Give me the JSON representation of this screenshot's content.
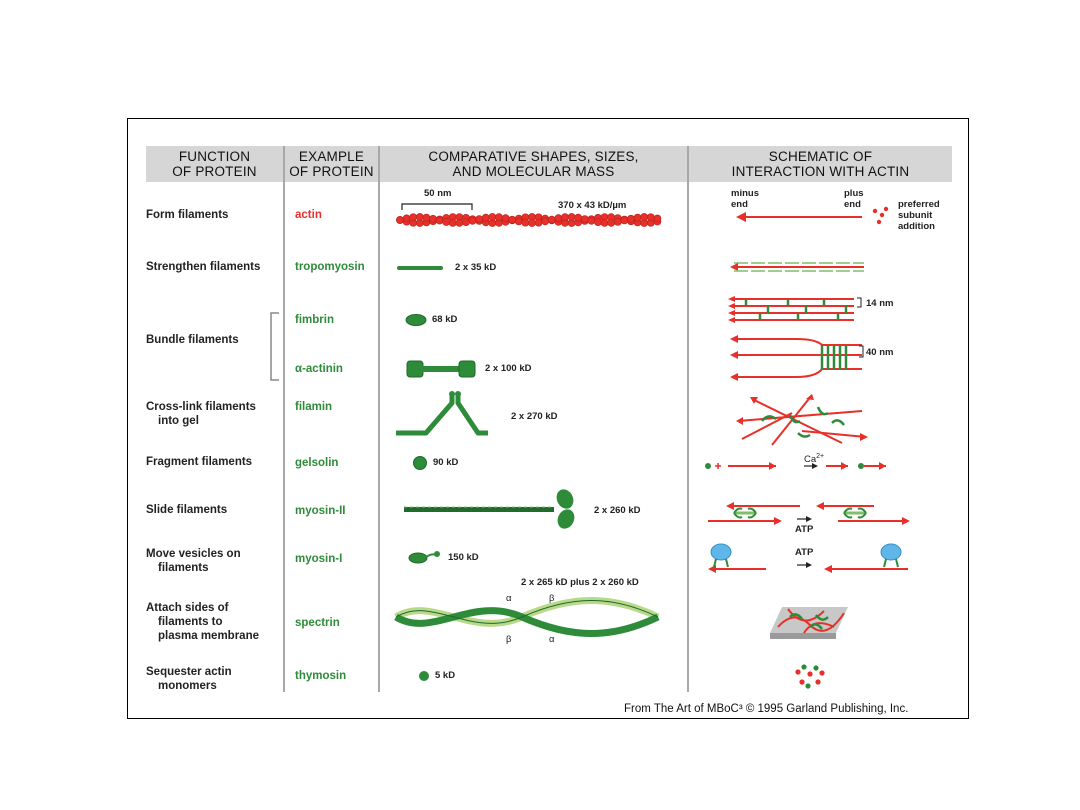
{
  "headers": {
    "function": [
      "FUNCTION",
      "OF PROTEIN"
    ],
    "example": [
      "EXAMPLE",
      "OF PROTEIN"
    ],
    "shapes": [
      "COMPARATIVE SHAPES, SIZES,",
      "AND MOLECULAR MASS"
    ],
    "schematic": [
      "SCHEMATIC OF",
      "INTERACTION WITH ACTIN"
    ]
  },
  "rows": [
    {
      "function": [
        "Form filaments"
      ],
      "protein": "actin",
      "mass": "370 x 43 kD/µm"
    },
    {
      "function": [
        "Strengthen filaments"
      ],
      "protein": "tropomyosin",
      "mass": "2 x 35 kD"
    },
    {
      "function": [
        "Bundle filaments"
      ],
      "protein": "fimbrin",
      "mass": "68 kD"
    },
    {
      "function": [],
      "protein": "α-actinin",
      "mass": "2 x 100 kD"
    },
    {
      "function": [
        "Cross-link filaments",
        "into gel"
      ],
      "protein": "filamin",
      "mass": "2 x 270 kD"
    },
    {
      "function": [
        "Fragment filaments"
      ],
      "protein": "gelsolin",
      "mass": "90 kD"
    },
    {
      "function": [
        "Slide filaments"
      ],
      "protein": "myosin-II",
      "mass": "2 x 260 kD"
    },
    {
      "function": [
        "Move vesicles on",
        "filaments"
      ],
      "protein": "myosin-I",
      "mass": "150 kD"
    },
    {
      "function": [
        "Attach sides of",
        "filaments to",
        "plasma membrane"
      ],
      "protein": "spectrin",
      "mass": "2 x 265 kD plus 2 x 260 kD"
    },
    {
      "function": [
        "Sequester actin",
        "monomers"
      ],
      "protein": "thymosin",
      "mass": "5 kD"
    }
  ],
  "annotations": {
    "scale_bar": "50 nm",
    "minus_end": [
      "minus",
      "end"
    ],
    "plus_end": [
      "plus",
      "end"
    ],
    "preferred": [
      "preferred",
      "subunit",
      "addition"
    ],
    "fimbrin_spacing": "14 nm",
    "actinin_spacing": "40 nm",
    "calcium": "Ca",
    "calcium_sup": "2+",
    "atp_1": "ATP",
    "atp_2": "ATP",
    "greek_alpha": "α",
    "greek_beta": "β"
  },
  "credit": "From The Art of MBoC³ © 1995 Garland Publishing, Inc.",
  "colors": {
    "actin_red": "#e8302a",
    "protein_green": "#2e8b3a",
    "light_green": "#b9d98a",
    "vesicle_blue": "#5fb6e8",
    "header_gray": "#d6d6d6"
  }
}
